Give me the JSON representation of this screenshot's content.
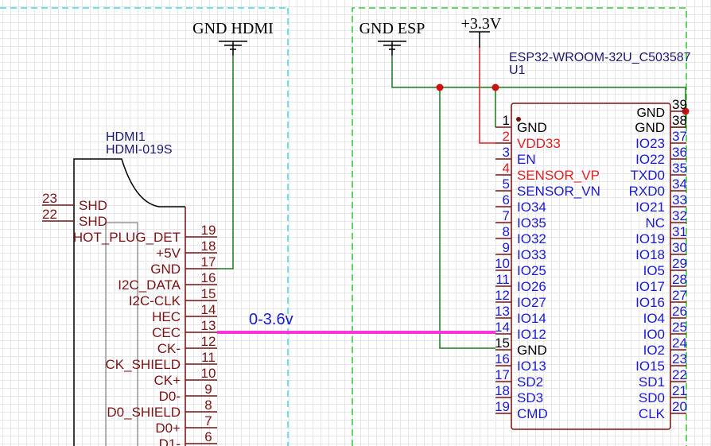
{
  "colors": {
    "pin": "#7a1414",
    "label_blue": "#1a1ad0",
    "label_red": "#e02020",
    "wire_green": "#1f7a1f",
    "wire_power": "#e02020",
    "net_highlight": "#ff33dd",
    "component_text": "#1a1a70",
    "frame_cyan": "#40d8d8",
    "frame_green": "#33cc33"
  },
  "power": {
    "gnd_hdmi": "GND HDMI",
    "gnd_esp": "GND ESP",
    "vcc": "+3.3V"
  },
  "net_label": "0-3.6v",
  "hdmi": {
    "designator": "HDMI1",
    "part": "HDMI-019S",
    "left_pins": [
      {
        "num": "23",
        "name": "SHD"
      },
      {
        "num": "22",
        "name": "SHD"
      }
    ],
    "right_pins": [
      {
        "num": "19",
        "name": "HOT_PLUG_DET"
      },
      {
        "num": "18",
        "name": "+5V"
      },
      {
        "num": "17",
        "name": "GND"
      },
      {
        "num": "16",
        "name": "I2C_DATA"
      },
      {
        "num": "15",
        "name": "I2C-CLK"
      },
      {
        "num": "14",
        "name": "HEC"
      },
      {
        "num": "13",
        "name": "CEC"
      },
      {
        "num": "12",
        "name": "CK-"
      },
      {
        "num": "11",
        "name": "CK_SHIELD"
      },
      {
        "num": "10",
        "name": "CK+"
      },
      {
        "num": "9",
        "name": "D0-"
      },
      {
        "num": "8",
        "name": "D0_SHIELD"
      },
      {
        "num": "7",
        "name": "D0+"
      },
      {
        "num": "6",
        "name": "D1-"
      }
    ]
  },
  "esp": {
    "part": "ESP32-WROOM-32U_C503587",
    "designator": "U1",
    "left_pins": [
      {
        "num": "1",
        "name": "GND",
        "kind": "power"
      },
      {
        "num": "2",
        "name": "VDD33",
        "kind": "red"
      },
      {
        "num": "3",
        "name": "EN"
      },
      {
        "num": "4",
        "name": "SENSOR_VP",
        "kind": "red"
      },
      {
        "num": "5",
        "name": "SENSOR_VN"
      },
      {
        "num": "6",
        "name": "IO34"
      },
      {
        "num": "7",
        "name": "IO35"
      },
      {
        "num": "8",
        "name": "IO32"
      },
      {
        "num": "9",
        "name": "IO33"
      },
      {
        "num": "10",
        "name": "IO25"
      },
      {
        "num": "11",
        "name": "IO26"
      },
      {
        "num": "12",
        "name": "IO27"
      },
      {
        "num": "13",
        "name": "IO14"
      },
      {
        "num": "14",
        "name": "IO12"
      },
      {
        "num": "15",
        "name": "GND",
        "kind": "power"
      },
      {
        "num": "16",
        "name": "IO13"
      },
      {
        "num": "17",
        "name": "SD2"
      },
      {
        "num": "18",
        "name": "SD3"
      },
      {
        "num": "19",
        "name": "CMD"
      }
    ],
    "right_pins": [
      {
        "num": "39",
        "name": "",
        "kind": "power"
      },
      {
        "num": "38",
        "name": "GND",
        "kind": "power"
      },
      {
        "num": "37",
        "name": "IO23"
      },
      {
        "num": "36",
        "name": "IO22"
      },
      {
        "num": "35",
        "name": "TXD0"
      },
      {
        "num": "34",
        "name": "RXD0"
      },
      {
        "num": "33",
        "name": "IO21"
      },
      {
        "num": "32",
        "name": "NC"
      },
      {
        "num": "31",
        "name": "IO19"
      },
      {
        "num": "30",
        "name": "IO18"
      },
      {
        "num": "29",
        "name": "IO5"
      },
      {
        "num": "28",
        "name": "IO17"
      },
      {
        "num": "27",
        "name": "IO16"
      },
      {
        "num": "26",
        "name": "IO4"
      },
      {
        "num": "25",
        "name": "IO0"
      },
      {
        "num": "24",
        "name": "IO2"
      },
      {
        "num": "23",
        "name": "IO15"
      },
      {
        "num": "22",
        "name": "SD1"
      },
      {
        "num": "21",
        "name": "SD0"
      },
      {
        "num": "20",
        "name": "CLK"
      }
    ],
    "top_right_label": "GND"
  }
}
